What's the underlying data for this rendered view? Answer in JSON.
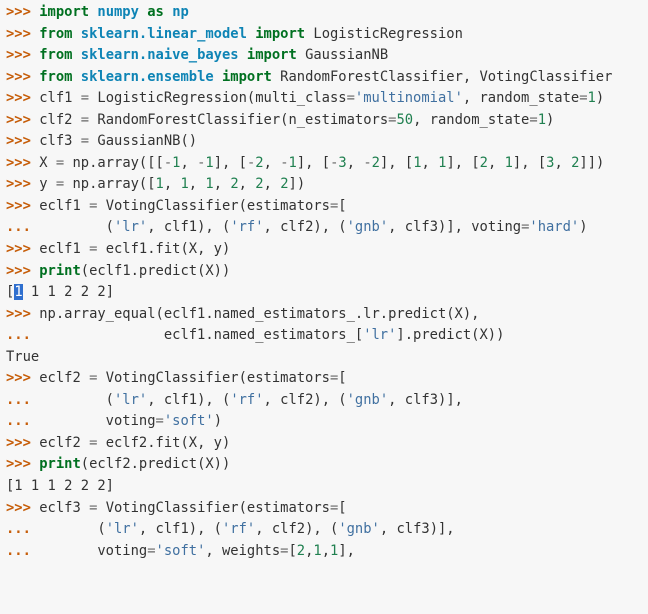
{
  "lines": [
    [
      [
        "p",
        ">>> "
      ],
      [
        "k",
        "import"
      ],
      [
        "t",
        " "
      ],
      [
        "n",
        "numpy"
      ],
      [
        "t",
        " "
      ],
      [
        "k",
        "as"
      ],
      [
        "t",
        " "
      ],
      [
        "n",
        "np"
      ]
    ],
    [
      [
        "p",
        ">>> "
      ],
      [
        "k",
        "from"
      ],
      [
        "t",
        " "
      ],
      [
        "n",
        "sklearn.linear_model"
      ],
      [
        "t",
        " "
      ],
      [
        "k",
        "import"
      ],
      [
        "t",
        " LogisticRegression"
      ]
    ],
    [
      [
        "p",
        ">>> "
      ],
      [
        "k",
        "from"
      ],
      [
        "t",
        " "
      ],
      [
        "n",
        "sklearn.naive_bayes"
      ],
      [
        "t",
        " "
      ],
      [
        "k",
        "import"
      ],
      [
        "t",
        " GaussianNB"
      ]
    ],
    [
      [
        "p",
        ">>> "
      ],
      [
        "k",
        "from"
      ],
      [
        "t",
        " "
      ],
      [
        "n",
        "sklearn.ensemble"
      ],
      [
        "t",
        " "
      ],
      [
        "k",
        "import"
      ],
      [
        "t",
        " RandomForestClassifier, VotingClassifier"
      ]
    ],
    [
      [
        "p",
        ">>> "
      ],
      [
        "t",
        "clf1 "
      ],
      [
        "o",
        "="
      ],
      [
        "t",
        " LogisticRegression(multi_class"
      ],
      [
        "o",
        "="
      ],
      [
        "s",
        "'multinomial'"
      ],
      [
        "t",
        ", random_state"
      ],
      [
        "o",
        "="
      ],
      [
        "m",
        "1"
      ],
      [
        "t",
        ")"
      ]
    ],
    [
      [
        "p",
        ">>> "
      ],
      [
        "t",
        "clf2 "
      ],
      [
        "o",
        "="
      ],
      [
        "t",
        " RandomForestClassifier(n_estimators"
      ],
      [
        "o",
        "="
      ],
      [
        "m",
        "50"
      ],
      [
        "t",
        ", random_state"
      ],
      [
        "o",
        "="
      ],
      [
        "m",
        "1"
      ],
      [
        "t",
        ")"
      ]
    ],
    [
      [
        "p",
        ">>> "
      ],
      [
        "t",
        "clf3 "
      ],
      [
        "o",
        "="
      ],
      [
        "t",
        " GaussianNB()"
      ]
    ],
    [
      [
        "p",
        ">>> "
      ],
      [
        "t",
        "X "
      ],
      [
        "o",
        "="
      ],
      [
        "t",
        " np.array([["
      ],
      [
        "o",
        "-"
      ],
      [
        "m",
        "1"
      ],
      [
        "t",
        ", "
      ],
      [
        "o",
        "-"
      ],
      [
        "m",
        "1"
      ],
      [
        "t",
        "], ["
      ],
      [
        "o",
        "-"
      ],
      [
        "m",
        "2"
      ],
      [
        "t",
        ", "
      ],
      [
        "o",
        "-"
      ],
      [
        "m",
        "1"
      ],
      [
        "t",
        "], ["
      ],
      [
        "o",
        "-"
      ],
      [
        "m",
        "3"
      ],
      [
        "t",
        ", "
      ],
      [
        "o",
        "-"
      ],
      [
        "m",
        "2"
      ],
      [
        "t",
        "], ["
      ],
      [
        "m",
        "1"
      ],
      [
        "t",
        ", "
      ],
      [
        "m",
        "1"
      ],
      [
        "t",
        "], ["
      ],
      [
        "m",
        "2"
      ],
      [
        "t",
        ", "
      ],
      [
        "m",
        "1"
      ],
      [
        "t",
        "], ["
      ],
      [
        "m",
        "3"
      ],
      [
        "t",
        ", "
      ],
      [
        "m",
        "2"
      ],
      [
        "t",
        "]])"
      ]
    ],
    [
      [
        "p",
        ">>> "
      ],
      [
        "t",
        "y "
      ],
      [
        "o",
        "="
      ],
      [
        "t",
        " np.array(["
      ],
      [
        "m",
        "1"
      ],
      [
        "t",
        ", "
      ],
      [
        "m",
        "1"
      ],
      [
        "t",
        ", "
      ],
      [
        "m",
        "1"
      ],
      [
        "t",
        ", "
      ],
      [
        "m",
        "2"
      ],
      [
        "t",
        ", "
      ],
      [
        "m",
        "2"
      ],
      [
        "t",
        ", "
      ],
      [
        "m",
        "2"
      ],
      [
        "t",
        "])"
      ]
    ],
    [
      [
        "p",
        ">>> "
      ],
      [
        "t",
        "eclf1 "
      ],
      [
        "o",
        "="
      ],
      [
        "t",
        " VotingClassifier(estimators"
      ],
      [
        "o",
        "="
      ],
      [
        "t",
        "["
      ]
    ],
    [
      [
        "p",
        "... "
      ],
      [
        "t",
        "        ("
      ],
      [
        "s",
        "'lr'"
      ],
      [
        "t",
        ", clf1), ("
      ],
      [
        "s",
        "'rf'"
      ],
      [
        "t",
        ", clf2), ("
      ],
      [
        "s",
        "'gnb'"
      ],
      [
        "t",
        ", clf3)], voting"
      ],
      [
        "o",
        "="
      ],
      [
        "s",
        "'hard'"
      ],
      [
        "t",
        ")"
      ]
    ],
    [
      [
        "p",
        ">>> "
      ],
      [
        "t",
        "eclf1 "
      ],
      [
        "o",
        "="
      ],
      [
        "t",
        " eclf1.fit(X, y)"
      ]
    ],
    [
      [
        "p",
        ">>> "
      ],
      [
        "k",
        "print"
      ],
      [
        "t",
        "(eclf1.predict(X))"
      ]
    ],
    [
      [
        "t",
        "["
      ],
      [
        "sel",
        "1"
      ],
      [
        "t",
        " 1 1 2 2 2]"
      ]
    ],
    [
      [
        "p",
        ">>> "
      ],
      [
        "t",
        "np.array_equal(eclf1.named_estimators_.lr.predict(X),"
      ]
    ],
    [
      [
        "p",
        "... "
      ],
      [
        "t",
        "               eclf1.named_estimators_["
      ],
      [
        "s",
        "'lr'"
      ],
      [
        "t",
        "].predict(X))"
      ]
    ],
    [
      [
        "t",
        "True"
      ]
    ],
    [
      [
        "p",
        ">>> "
      ],
      [
        "t",
        "eclf2 "
      ],
      [
        "o",
        "="
      ],
      [
        "t",
        " VotingClassifier(estimators"
      ],
      [
        "o",
        "="
      ],
      [
        "t",
        "["
      ]
    ],
    [
      [
        "p",
        "... "
      ],
      [
        "t",
        "        ("
      ],
      [
        "s",
        "'lr'"
      ],
      [
        "t",
        ", clf1), ("
      ],
      [
        "s",
        "'rf'"
      ],
      [
        "t",
        ", clf2), ("
      ],
      [
        "s",
        "'gnb'"
      ],
      [
        "t",
        ", clf3)],"
      ]
    ],
    [
      [
        "p",
        "... "
      ],
      [
        "t",
        "        voting"
      ],
      [
        "o",
        "="
      ],
      [
        "s",
        "'soft'"
      ],
      [
        "t",
        ")"
      ]
    ],
    [
      [
        "p",
        ">>> "
      ],
      [
        "t",
        "eclf2 "
      ],
      [
        "o",
        "="
      ],
      [
        "t",
        " eclf2.fit(X, y)"
      ]
    ],
    [
      [
        "p",
        ">>> "
      ],
      [
        "k",
        "print"
      ],
      [
        "t",
        "(eclf2.predict(X))"
      ]
    ],
    [
      [
        "t",
        "[1 1 1 2 2 2]"
      ]
    ],
    [
      [
        "p",
        ">>> "
      ],
      [
        "t",
        "eclf3 "
      ],
      [
        "o",
        "="
      ],
      [
        "t",
        " VotingClassifier(estimators"
      ],
      [
        "o",
        "="
      ],
      [
        "t",
        "["
      ]
    ],
    [
      [
        "p",
        "... "
      ],
      [
        "t",
        "       ("
      ],
      [
        "s",
        "'lr'"
      ],
      [
        "t",
        ", clf1), ("
      ],
      [
        "s",
        "'rf'"
      ],
      [
        "t",
        ", clf2), ("
      ],
      [
        "s",
        "'gnb'"
      ],
      [
        "t",
        ", clf3)],"
      ]
    ],
    [
      [
        "p",
        "... "
      ],
      [
        "t",
        "       voting"
      ],
      [
        "o",
        "="
      ],
      [
        "s",
        "'soft'"
      ],
      [
        "t",
        ", weights"
      ],
      [
        "o",
        "="
      ],
      [
        "t",
        "["
      ],
      [
        "m",
        "2"
      ],
      [
        "t",
        ","
      ],
      [
        "m",
        "1"
      ],
      [
        "t",
        ","
      ],
      [
        "m",
        "1"
      ],
      [
        "t",
        "],"
      ]
    ]
  ]
}
